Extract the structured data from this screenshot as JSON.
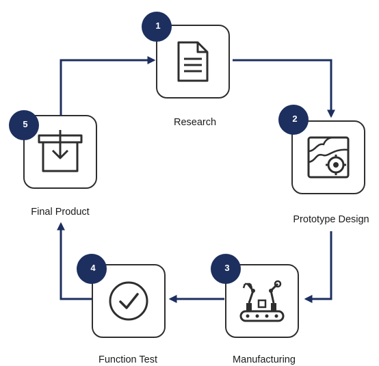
{
  "colors": {
    "accent": "#1c2f5e",
    "outline": "#2e2e2e"
  },
  "steps": [
    {
      "number": "1",
      "label": "Research",
      "icon": "document-icon"
    },
    {
      "number": "2",
      "label": "Prototype Design",
      "icon": "gear-blueprint-icon"
    },
    {
      "number": "3",
      "label": "Manufacturing",
      "icon": "robot-arm-conveyor-icon"
    },
    {
      "number": "4",
      "label": "Function Test",
      "icon": "check-circle-icon"
    },
    {
      "number": "5",
      "label": "Final Product",
      "icon": "box-download-icon"
    }
  ]
}
